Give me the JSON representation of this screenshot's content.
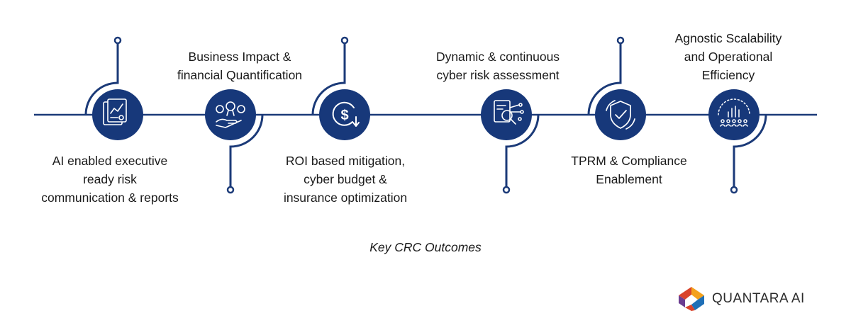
{
  "outcomes": [
    {
      "text_lines": [
        "AI enabled executive",
        "ready risk",
        "communication & reports"
      ],
      "icon": "report-chart-icon"
    },
    {
      "text_lines": [
        "Business Impact &",
        "financial Quantification"
      ],
      "icon": "hand-award-coins-icon"
    },
    {
      "text_lines": [
        "ROI based mitigation,",
        "cyber budget &",
        "insurance optimization"
      ],
      "icon": "dollar-decrease-icon"
    },
    {
      "text_lines": [
        "Dynamic & continuous",
        "cyber risk assessment"
      ],
      "icon": "document-magnifier-network-icon"
    },
    {
      "text_lines": [
        "TPRM & Compliance",
        "Enablement"
      ],
      "icon": "shield-check-cycle-icon"
    },
    {
      "text_lines": [
        "Agnostic Scalability",
        "and Operational",
        "Efficiency"
      ],
      "icon": "people-growth-chart-icon"
    }
  ],
  "caption": "Key CRC Outcomes",
  "brand": {
    "name": "QUANTARA AI",
    "logo": "quantara-logo"
  },
  "colors": {
    "primary": "#17387a",
    "line": "#1b3a78",
    "text": "#1a1a1a",
    "logo_red": "#d9432b",
    "logo_orange": "#f4a11c",
    "logo_blue": "#1f6fb7",
    "logo_purple": "#6b3d91"
  }
}
